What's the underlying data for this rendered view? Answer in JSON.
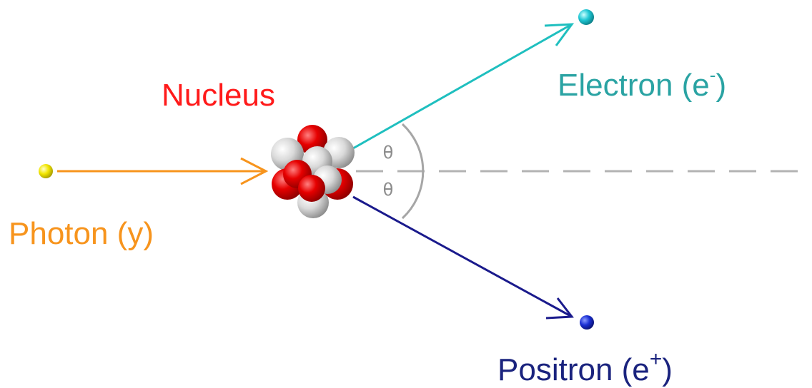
{
  "labels": {
    "nucleus": "Nucleus",
    "photon": "Photon (y)",
    "electron_main": "Electron (e",
    "electron_sup": "-",
    "electron_close": ")",
    "positron_main": "Positron (e",
    "positron_sup": "+",
    "positron_close": ")",
    "theta_upper": "θ",
    "theta_lower": "θ"
  },
  "colors": {
    "nucleus_label": "#ff1a1a",
    "photon": "#f7941d",
    "electron": "#1fbfbf",
    "electron_label": "#2aa3a3",
    "positron": "#1a1a8c",
    "positron_label": "#1a237e",
    "axis": "#b3b3b3",
    "proton": "#e60000",
    "neutron": "#cccccc"
  },
  "icons": {
    "photon_particle": "yellow-dot-icon",
    "electron_particle": "cyan-dot-icon",
    "positron_particle": "blue-dot-icon",
    "nucleus": "nucleus-cluster-icon"
  }
}
